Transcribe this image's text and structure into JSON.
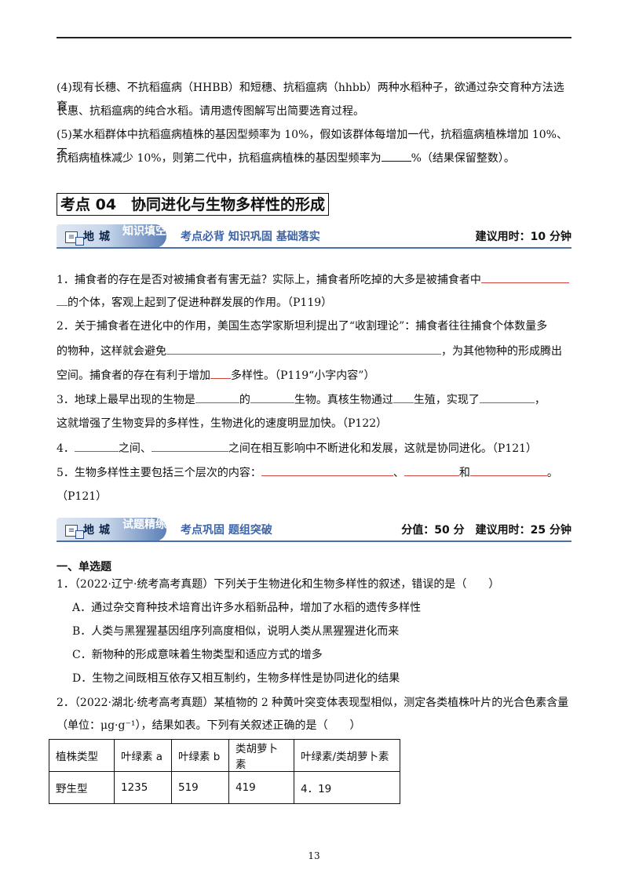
{
  "q4_line1": "(4)现有长穗、不抗稻瘟病（HHBB）和短穗、抗稻瘟病（hhbb）两种水稻种子，欲通过杂交育种方法选育",
  "q4_line2": "长惠、抗稻瘟病的纯合水稻。请用遗传图解写出简要选育过程。",
  "q5_line1": "(5)某水稻群体中抗稻瘟病植株的基因型频率为 10%，假如该群体每增加一代，抗稻瘟病植株增加 10%、不",
  "q5_line2_a": "抗稻病植株减少 10%，则第二代中，抗稻瘟病植株的基因型频率为",
  "q5_line2_b": "%（结果保留整数）。",
  "section_heading": "考点 04　协同进化与生物多样性的形成",
  "banner1": {
    "location": "地城",
    "tag": "知识填空",
    "subtitle": "考点必背  知识巩固  基础落实",
    "right": "建议用时：10 分钟"
  },
  "fill": {
    "f1_a": "1．捕食者的存在是否对被捕食者有害无益？实际上，捕食者所吃掉的大多是被捕食者中",
    "f1_b": "的个体，客观上起到了促进种群发展的作用。（P119）",
    "f2_a": "2．关于捕食者在进化中的作用，美国生态学家斯坦利提出了“收割理论”：捕食者往往捕食个体数量多",
    "f2_b": "的物种，这样就会避免",
    "f2_c": "，为其他物种的形成腾出",
    "f2_d": "空间。捕食者的存在有利于增加",
    "f2_e": "多样性。（P119“小字内容”）",
    "f3_a": "3．地球上最早出现的生物是",
    "f3_b": "的",
    "f3_c": "生物。真核生物通过",
    "f3_d": "生殖，实现了",
    "f3_e": "，",
    "f3_f": "这就增强了生物变异的多样性，生物进化的速度明显加快。（P122）",
    "f4_a": "4．",
    "f4_b": "之间、",
    "f4_c": "之间在相互影响中不断进化和发展，这就是协同进化。（P121）",
    "f5_a": "5．生物多样性主要包括三个层次的内容：",
    "f5_b": "、",
    "f5_c": "和",
    "f5_d": "。",
    "f5_e": "（P121）"
  },
  "banner2": {
    "location": "地城",
    "tag": "试题精练",
    "subtitle": "考点巩固  题组突破",
    "right": "分值：50 分　建议用时：25 分钟"
  },
  "section_title": "一、单选题",
  "mc1": {
    "stem": "1．（2022·辽宁·统考高考真题）下列关于生物进化和生物多样性的叙述，错误的是（　　）",
    "options": [
      "A．通过杂交育种技术培育出许多水稻新品种，增加了水稻的遗传多样性",
      "B．人类与黑猩猩基因组序列高度相似，说明人类从黑猩猩进化而来",
      "C．新物种的形成意味着生物类型和适应方式的增多",
      "D．生物之间既相互依存又相互制约，生物多样性是协同进化的结果"
    ]
  },
  "mc2": {
    "stem_line1": "2．（2022·湖北·统考高考真题）某植物的 2 种黄叶突变体表现型相似，测定各类植株叶片的光合色素含量",
    "stem_line2": "（单位：μg·g⁻¹），结果如表。下列有关叙述正确的是（　　）"
  },
  "table": {
    "headers": [
      "植株类型",
      "叶绿素 a",
      "叶绿素 b",
      "类胡萝卜素",
      "叶绿素/类胡萝卜素"
    ],
    "rows": [
      [
        "野生型",
        "1235",
        "519",
        "419",
        "4．19"
      ]
    ]
  },
  "page_number": "13"
}
